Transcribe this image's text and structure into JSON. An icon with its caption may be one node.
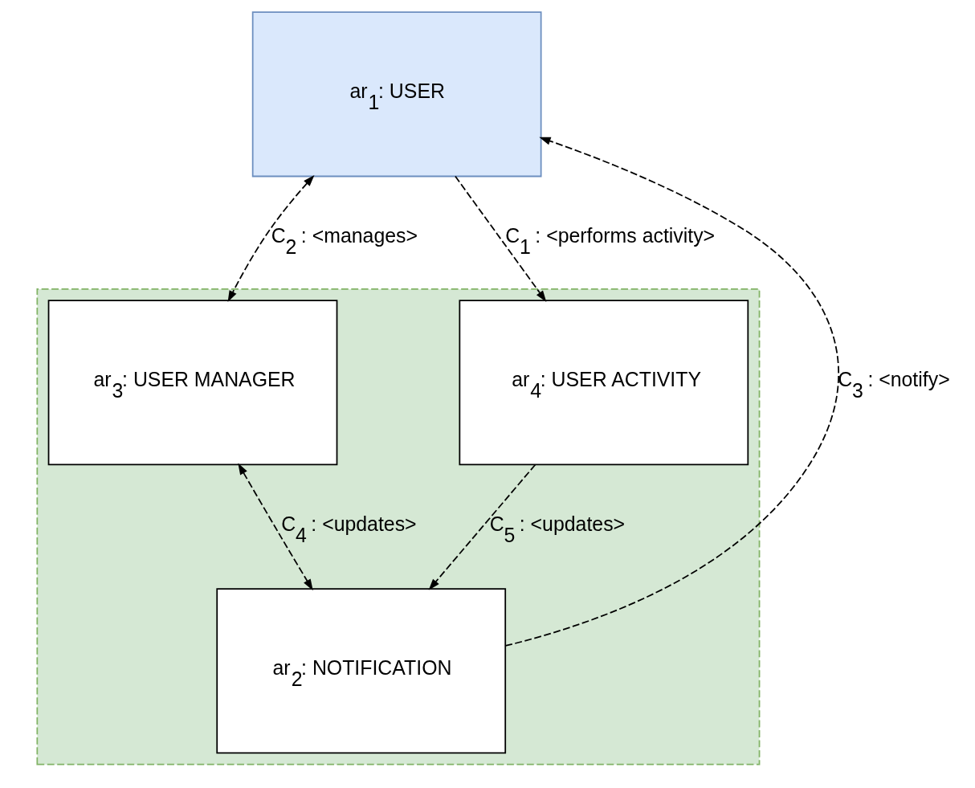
{
  "diagram": {
    "nodes": [
      {
        "text": [
          "ar$_{1}$: USER"
        ]
      },
      {
        "text": [],
        "shape": "box"
      },
      {
        "text": [
          "ar$_{3}$: USER MANAGER"
        ],
        "in": 1
      },
      {
        "text": [
          "ar$_{4}$: USER ACTIVITY"
        ],
        "in": 1
      },
      {
        "text": [
          "ar$_{2}$: NOTIFICATION"
        ],
        "in": 1
      }
    ],
    "edges": [
      {
        "from": 0,
        "to": 2,
        "arrow": "both",
        "label": "C$_{2}$ : <manages>",
        "style": "dashed"
      },
      {
        "from": 4,
        "to": 0,
        "arrow": "to",
        "label": "C$_{3}$ : <notify>",
        "style": "dashed"
      },
      {
        "from": 0,
        "to": 3,
        "arrow": "to",
        "label": "C$_{1}$ : <performs activity>",
        "style": "dashed"
      },
      {
        "from": 2,
        "to": 4,
        "arrow": "both",
        "label": "C$_{4}$ : <updates>",
        "style": "dashed"
      },
      {
        "from": 3,
        "to": 4,
        "arrow": "to",
        "label": "C$_{5}$ : <updates>",
        "style": "dashed"
      }
    ]
  }
}
